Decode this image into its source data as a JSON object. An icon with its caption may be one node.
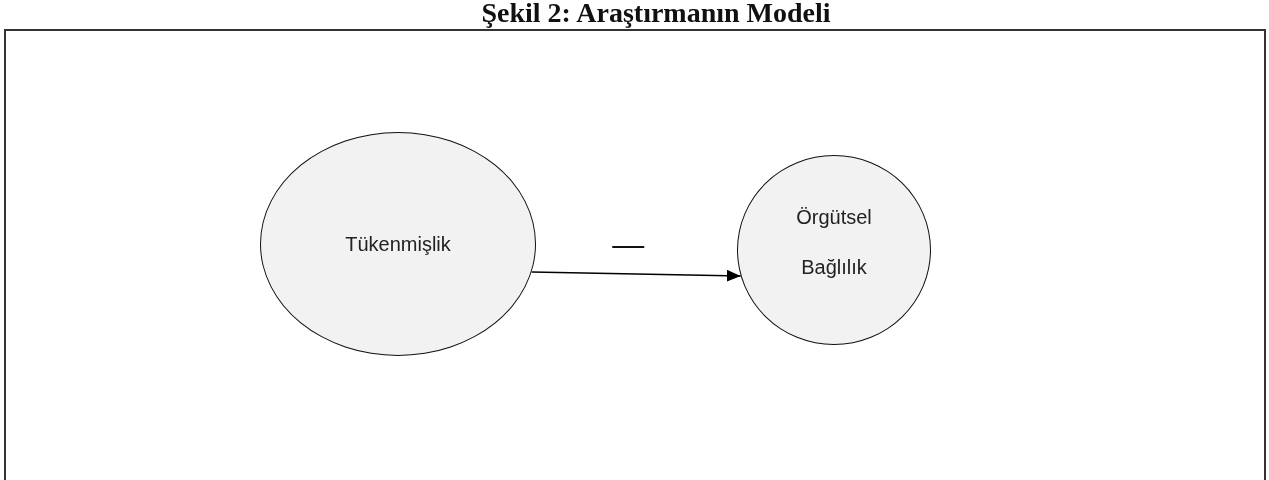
{
  "diagram": {
    "title": "Şekil 2: Araştırmanın Modeli",
    "nodes": [
      {
        "text": [
          "Tükenmişlik"
        ]
      },
      {
        "text": [
          "Örgütsel Bağlılık"
        ]
      }
    ],
    "edges": [
      {
        "from": 0,
        "to": 1,
        "arrow": "to",
        "label": "—"
      }
    ]
  }
}
